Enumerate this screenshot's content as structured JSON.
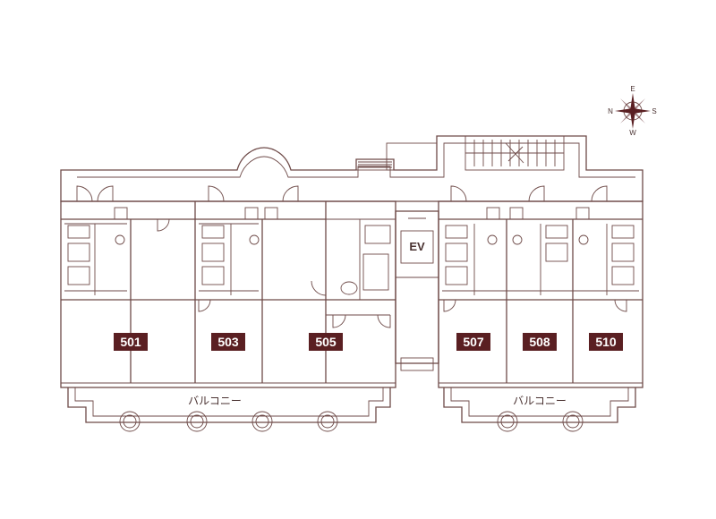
{
  "units": [
    {
      "id": "u501",
      "label": "501"
    },
    {
      "id": "u503",
      "label": "503"
    },
    {
      "id": "u505",
      "label": "505"
    },
    {
      "id": "u507",
      "label": "507"
    },
    {
      "id": "u508",
      "label": "508"
    },
    {
      "id": "u510",
      "label": "510"
    }
  ],
  "balcony": {
    "left_label": "バルコニー",
    "right_label": "バルコニー"
  },
  "elevator": {
    "label": "EV"
  },
  "compass": {
    "north": "N",
    "east": "E",
    "south": "S",
    "west": "W"
  }
}
